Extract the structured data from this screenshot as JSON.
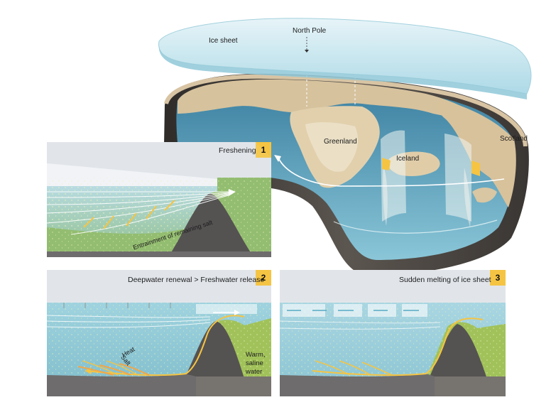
{
  "map": {
    "ice_sheet_label": "Ice sheet",
    "north_pole_label": "North Pole",
    "greenland_label": "Greenland",
    "iceland_label": "Iceland",
    "scotland_label": "Scotland"
  },
  "panel1": {
    "number": "1",
    "title": "Freshening",
    "annotation": "Entrainment of remaining salt"
  },
  "panel2": {
    "number": "2",
    "title": "Deepwater renewal  >  Freshwater release",
    "salt_label": "Salt",
    "heat_label": "Heat",
    "warm_label_line1": "Warm,",
    "warm_label_line2": "saline",
    "warm_label_line3": "water"
  },
  "panel3": {
    "number": "3",
    "title": "Sudden melting of ice sheet"
  },
  "colors": {
    "accent": "#f5c443",
    "ocean": "#8ec9d6",
    "slope": "#8cba62",
    "sky": "#d9dfe6",
    "floor": "#6e6c6c"
  }
}
